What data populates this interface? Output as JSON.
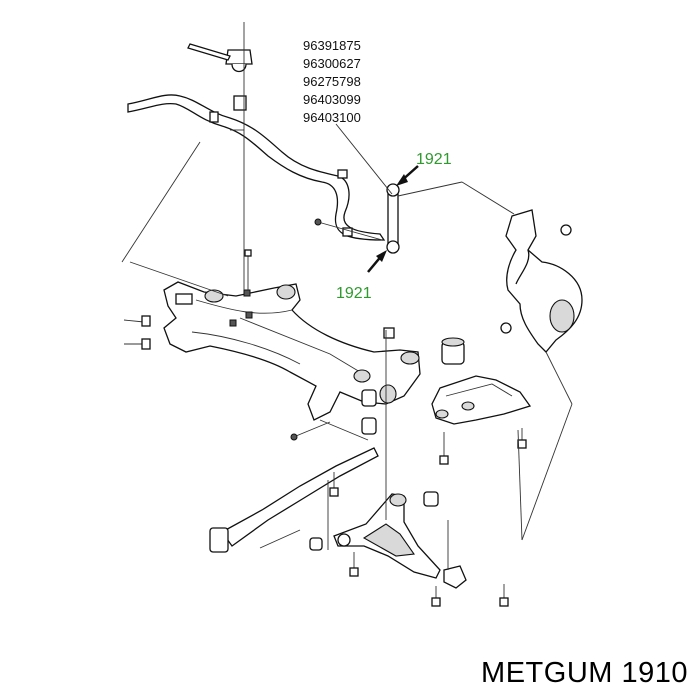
{
  "part_numbers": [
    "96391875",
    "96300627",
    "96275798",
    "96403099",
    "96403100"
  ],
  "callouts": {
    "top": "1921",
    "bottom": "1921",
    "color": "#2e9a2e"
  },
  "caption": "METGUM 1910"
}
